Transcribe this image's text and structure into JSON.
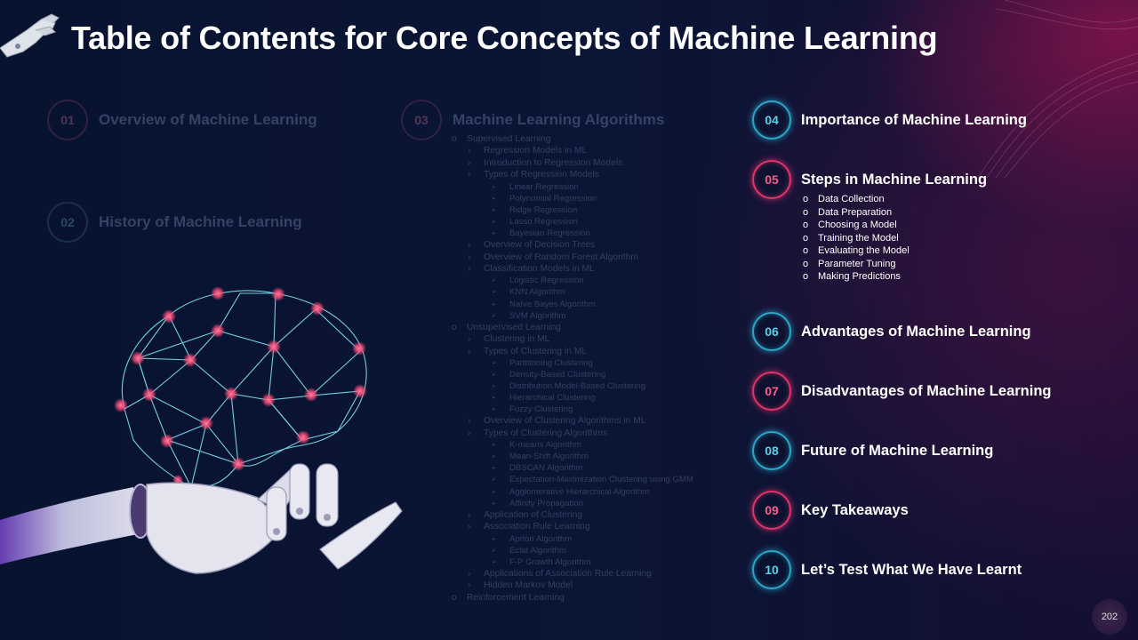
{
  "title": "Table of Contents for Core Concepts of Machine Learning",
  "page_number": "202",
  "dim_sections": [
    {
      "num": "01",
      "label": "Overview of Machine Learning"
    },
    {
      "num": "02",
      "label": "History of Machine Learning"
    },
    {
      "num": "03",
      "label": "Machine Learning Algorithms"
    }
  ],
  "ml_outline": [
    {
      "level": 1,
      "text": "Supervised Learning"
    },
    {
      "level": 2,
      "text": "Regression Models in ML"
    },
    {
      "level": 2,
      "text": "Introduction to Regression Models"
    },
    {
      "level": 2,
      "text": "Types of Regression Models"
    },
    {
      "level": 3,
      "text": "Linear Regression"
    },
    {
      "level": 3,
      "text": "Polynomial Regression"
    },
    {
      "level": 3,
      "text": "Ridge Regression"
    },
    {
      "level": 3,
      "text": "Lasso Regression"
    },
    {
      "level": 3,
      "text": "Bayesian Regression"
    },
    {
      "level": 2,
      "text": "Overview of Decision Trees"
    },
    {
      "level": 2,
      "text": "Overview of Random Forest Algorithm"
    },
    {
      "level": 2,
      "text": "Classification Models in ML"
    },
    {
      "level": 3,
      "text": "Logistic Regression"
    },
    {
      "level": 3,
      "text": "KNN Algorithm"
    },
    {
      "level": 3,
      "text": "Naïve Bayes Algorithm"
    },
    {
      "level": 3,
      "text": "SVM Algorithm"
    },
    {
      "level": 1,
      "text": "Unsupervised Learning"
    },
    {
      "level": 2,
      "text": "Clustering in ML"
    },
    {
      "level": 2,
      "text": "Types of Clustering in ML"
    },
    {
      "level": 3,
      "text": "Partitioning Clustering"
    },
    {
      "level": 3,
      "text": "Density-Based Clustering"
    },
    {
      "level": 3,
      "text": "Distribution Model-Based Clustering"
    },
    {
      "level": 3,
      "text": "Hierarchical Clustering"
    },
    {
      "level": 3,
      "text": "Fuzzy Clustering"
    },
    {
      "level": 2,
      "text": "Overview of Clustering Algorithms in ML"
    },
    {
      "level": 2,
      "text": "Types of Clustering Algorithms"
    },
    {
      "level": 3,
      "text": "K-means Algorithm"
    },
    {
      "level": 3,
      "text": "Mean-Shift Algorithm"
    },
    {
      "level": 3,
      "text": "DBSCAN Algorithm"
    },
    {
      "level": 3,
      "text": "Expectation-Maximization Clustering using GMM"
    },
    {
      "level": 3,
      "text": "Agglomerative Hierarchical Algorithm"
    },
    {
      "level": 3,
      "text": "Affinity Propagation"
    },
    {
      "level": 2,
      "text": "Application of Clustering"
    },
    {
      "level": 2,
      "text": "Association Rule Learning"
    },
    {
      "level": 3,
      "text": "Apriori Algorithm"
    },
    {
      "level": 3,
      "text": "Eclat Algorithm"
    },
    {
      "level": 3,
      "text": "F-P Growth Algorithm"
    },
    {
      "level": 2,
      "text": "Applications of Association Rule Learning"
    },
    {
      "level": 2,
      "text": "Hidden Markov Model"
    },
    {
      "level": 1,
      "text": "Reinforcement Learning"
    }
  ],
  "toc_items": [
    {
      "num": "04",
      "label": "Importance of Machine Learning",
      "color": "blue"
    },
    {
      "num": "05",
      "label": "Steps in Machine Learning",
      "color": "pink"
    },
    {
      "num": "06",
      "label": "Advantages of Machine Learning",
      "color": "blue"
    },
    {
      "num": "07",
      "label": "Disadvantages of Machine Learning",
      "color": "pink"
    },
    {
      "num": "08",
      "label": "Future of Machine Learning",
      "color": "blue"
    },
    {
      "num": "09",
      "label": "Key Takeaways",
      "color": "pink"
    },
    {
      "num": "10",
      "label": "Let’s Test What We Have Learnt",
      "color": "blue"
    }
  ],
  "steps": [
    "Data Collection",
    "Data Preparation",
    "Choosing a Model",
    "Training the Model",
    "Evaluating the Model",
    "Parameter Tuning",
    "Making Predictions"
  ],
  "colors": {
    "accent_blue": "#2aa7c9",
    "accent_pink": "#e2336b",
    "background": "#081330"
  },
  "icons": [
    "robot-hand-icon",
    "brain-network-illustration",
    "robot-hand-illustration"
  ]
}
